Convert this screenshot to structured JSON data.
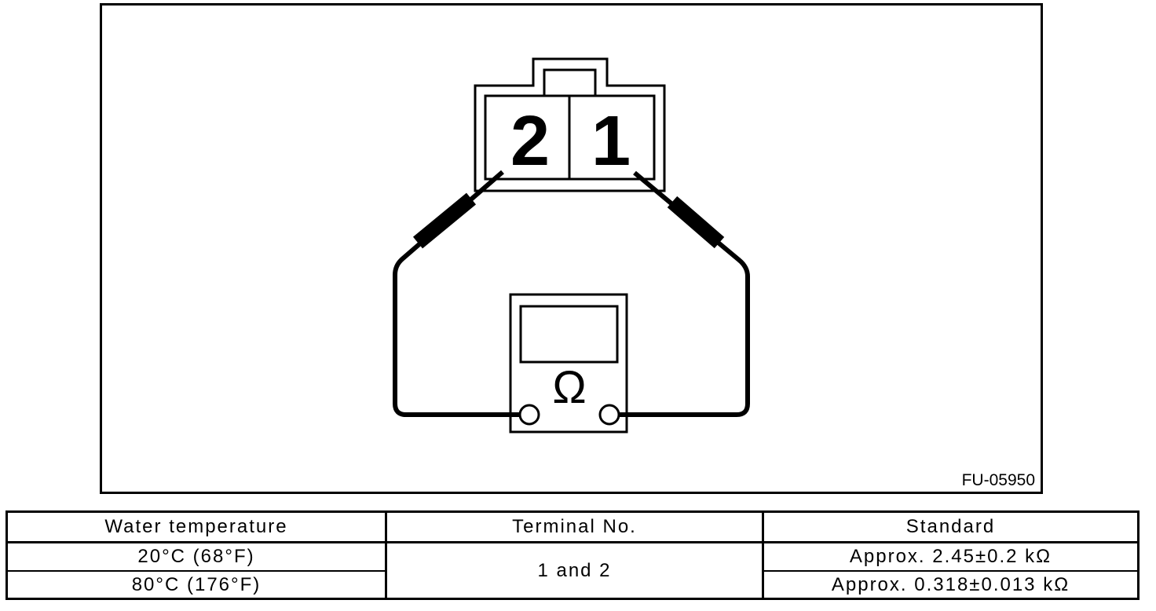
{
  "figure": {
    "code": "FU-05950",
    "connector": {
      "terminal_left_label": "2",
      "terminal_right_label": "1"
    },
    "ohmmeter": {
      "unit_symbol": "Ω"
    }
  },
  "table": {
    "headers": {
      "water_temperature": "Water temperature",
      "terminal_no": "Terminal No.",
      "standard": "Standard"
    },
    "terminal_value": "1 and 2",
    "rows": [
      {
        "water_temperature": "20°C (68°F)",
        "standard": "Approx. 2.45±0.2 kΩ"
      },
      {
        "water_temperature": "80°C (176°F)",
        "standard": "Approx. 0.318±0.013 kΩ"
      }
    ]
  }
}
